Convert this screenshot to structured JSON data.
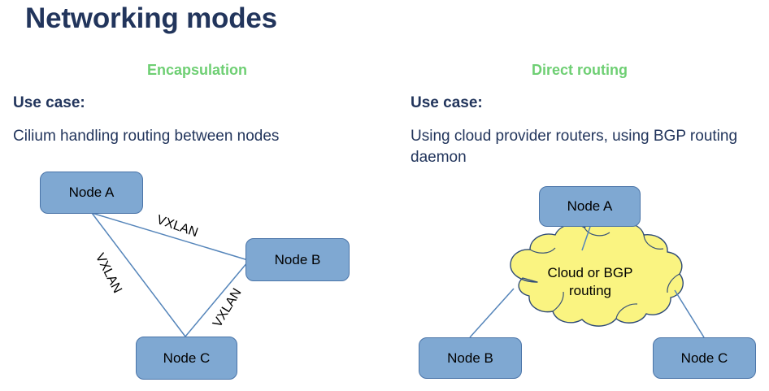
{
  "slide": {
    "title": "Networking modes",
    "background_color": "#ffffff",
    "title_color": "#22355c",
    "heading_color": "#6ecf73",
    "node_fill_color": "#7fa8d2",
    "node_border_color": "#4a74a8",
    "cloud_fill_color": "#faf481",
    "cloud_border_color": "#2f4b77",
    "connector_color": "#5585ba"
  },
  "columns": {
    "left": {
      "heading": "Encapsulation",
      "usecase_label": "Use case:",
      "usecase_text": "Cilium handling routing between nodes",
      "diagram": {
        "nodes": [
          {
            "id": "node-l-a",
            "label": "Node A"
          },
          {
            "id": "node-l-b",
            "label": "Node B"
          },
          {
            "id": "node-l-c",
            "label": "Node C"
          }
        ],
        "edges": [
          {
            "id": "vxlan-ab",
            "label": "VXLAN",
            "from": "Node A",
            "to": "Node B"
          },
          {
            "id": "vxlan-ac",
            "label": "VXLAN",
            "from": "Node A",
            "to": "Node C"
          },
          {
            "id": "vxlan-bc",
            "label": "VXLAN",
            "from": "Node B",
            "to": "Node C"
          }
        ]
      }
    },
    "right": {
      "heading": "Direct routing",
      "usecase_label": "Use case:",
      "usecase_text": "Using cloud provider routers, using BGP routing daemon",
      "diagram": {
        "nodes": [
          {
            "id": "node-r-a",
            "label": "Node A"
          },
          {
            "id": "node-r-b",
            "label": "Node B"
          },
          {
            "id": "node-r-c",
            "label": "Node C"
          }
        ],
        "cloud": {
          "label": "Cloud or BGP\nrouting"
        },
        "edges": [
          {
            "from": "Node A",
            "to": "cloud"
          },
          {
            "from": "Node B",
            "to": "cloud"
          },
          {
            "from": "Node C",
            "to": "cloud"
          }
        ]
      }
    }
  }
}
